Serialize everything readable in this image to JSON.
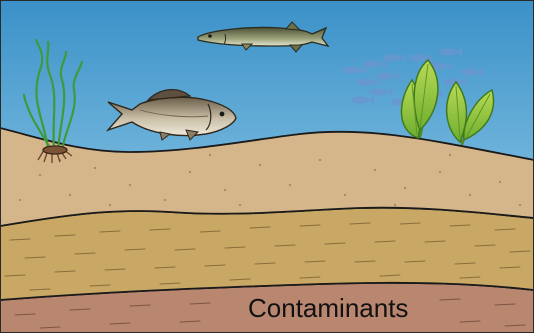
{
  "diagram": {
    "label": "Contaminants",
    "colors": {
      "water_top": "#3a91c8",
      "water_bottom": "#a6d8ef",
      "sand": "#d5b58a",
      "silt": "#c9a765",
      "clay": "#b98670",
      "plant_green": "#8fc33c",
      "grass_green": "#3f9a3c"
    },
    "elements": [
      "pike-fish",
      "carp-fish",
      "fish-school",
      "seagrass",
      "aquatic-plant",
      "sediment-layers"
    ]
  }
}
